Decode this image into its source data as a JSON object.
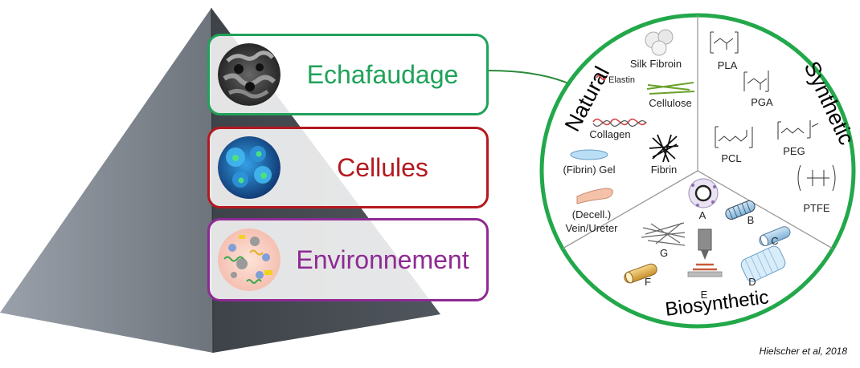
{
  "tiers": [
    {
      "label": "Echafaudage",
      "color": "#1fa25a",
      "icon": "porous-scaffold-icon"
    },
    {
      "label": "Cellules",
      "color": "#b4191f",
      "icon": "cells-icon"
    },
    {
      "label": "Environnement",
      "color": "#8e2a93",
      "icon": "molecular-environment-icon"
    }
  ],
  "circle": {
    "border_color": "#22a84a",
    "sectors": {
      "natural": "Natural",
      "synthetic": "Synthetic",
      "biosynthetic": "Biosynthetic"
    },
    "natural_items": [
      "Silk Fibroin",
      "Elastin",
      "Cellulose",
      "Collagen",
      "(Fibrin) Gel",
      "Fibrin",
      "(Decell.)",
      "Vein/Ureter"
    ],
    "synthetic_items": [
      "PLA",
      "PGA",
      "PCL",
      "PEG",
      "PTFE"
    ],
    "biosynthetic_items": [
      "A",
      "B",
      "C",
      "D",
      "E",
      "F",
      "G"
    ]
  },
  "citation": "Hielscher et al, 2018"
}
